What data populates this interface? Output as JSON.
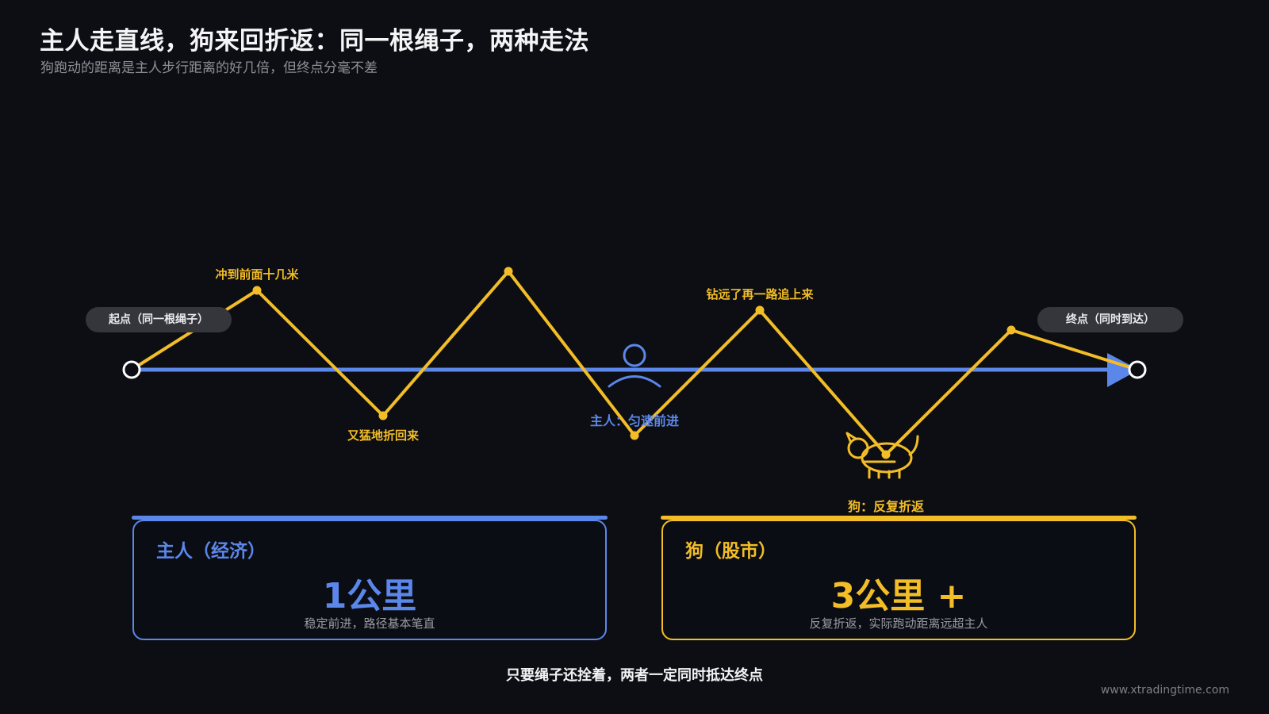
{
  "header": {
    "title": "主人走直线，狗来回折返：同一根绳子，两种走法",
    "subtitle": "狗跑动的距离是主人步行距离的好几倍，但终点分毫不差"
  },
  "diagram": {
    "start_label": "起点（同一根绳子）",
    "end_label": "终点（同时到达）",
    "annotations": {
      "peak1": "冲到前面十几米",
      "valley1": "又猛地折回来",
      "peak3": "钻远了再一路追上来"
    },
    "owner_label": "主人：匀速前进",
    "dog_label": "狗：反复折返",
    "colors": {
      "owner": "#5b87ea",
      "dog": "#f2bd27",
      "background": "#0d0e13"
    },
    "icons": [
      "person-icon",
      "dog-icon",
      "arrow-head-icon"
    ]
  },
  "cards": {
    "owner": {
      "label": "主人（经济）",
      "value": "1公里",
      "desc": "稳定前进，路径基本笔直"
    },
    "dog": {
      "label": "狗（股市）",
      "value": "3公里 +",
      "desc": "反复折返，实际跑动距离远超主人"
    }
  },
  "conclusion": "只要绳子还拴着，两者一定同时抵达终点",
  "watermark": "www.xtradingtime.com"
}
